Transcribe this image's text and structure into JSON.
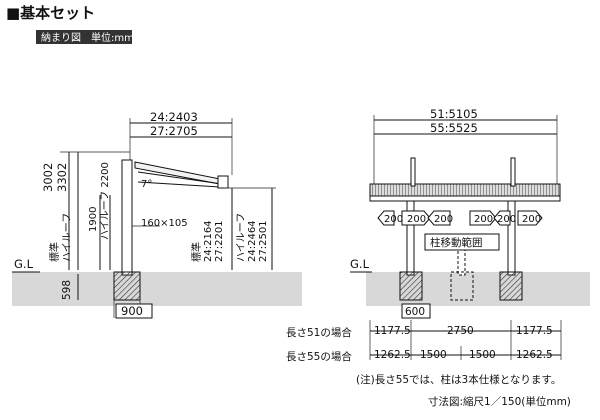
{
  "title": "■基本セット",
  "subtitle": "納まり図　単位:mm",
  "side_view": {
    "width_24": "24:2403",
    "width_27": "27:2705",
    "height_std": "3002",
    "height_high": "3302",
    "label_std_vert": "標準",
    "label_high_vert": "ハイルーフ",
    "high_1900": "1900",
    "high_2200_label": "ハイルーフ 2200",
    "label_std2_vert": "標準",
    "label_high2_vert": "ハイルーフ",
    "angle": "7°",
    "post_size": "160×105",
    "clr_std": "標準",
    "clr_24_2164": "24:2164",
    "clr_27_2201": "27:2201",
    "clr_high": "ハイルーフ",
    "clr_24_2464": "24:2464",
    "clr_27_2501": "27:2501",
    "ground": "G.L",
    "depth": "598",
    "base_width": "900"
  },
  "front_view": {
    "len_51": "51:5105",
    "len_55": "55:5525",
    "gap_labels": [
      "200",
      "200",
      "200",
      "200",
      "200",
      "200"
    ],
    "movable_range": "柱移動範囲",
    "ground": "G.L",
    "base_600": "600"
  },
  "dimensions": {
    "row51_label": "長さ51の場合",
    "row51_values": [
      "1177.5",
      "2750",
      "1177.5"
    ],
    "row55_label": "長さ55の場合",
    "row55_values": [
      "1262.5",
      "1500",
      "1500",
      "1262.5"
    ]
  },
  "note": "(注)長さ55では、柱は3本仕様となります。",
  "scale_note": "寸法図:縮尺1／150(単位mm)"
}
